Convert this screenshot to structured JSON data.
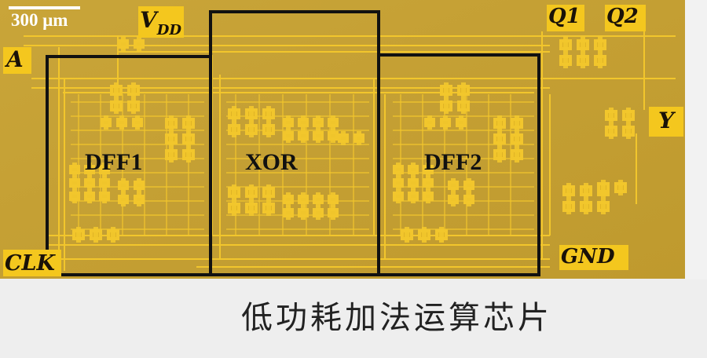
{
  "image": {
    "scale_bar": "300 μm",
    "pins": {
      "vdd_main": "V",
      "vdd_sub": "DD",
      "a": "A",
      "q1": "Q1",
      "q2": "Q2",
      "y": "Y",
      "clk": "CLK",
      "gnd": "GND"
    },
    "blocks": {
      "dff1": "DFF1",
      "xor": "XOR",
      "dff2": "DFF2"
    },
    "colors": {
      "substrate": "#c9a434",
      "metal": "#f2c62c",
      "box": "#111111"
    }
  },
  "caption": "低功耗加法运算芯片"
}
